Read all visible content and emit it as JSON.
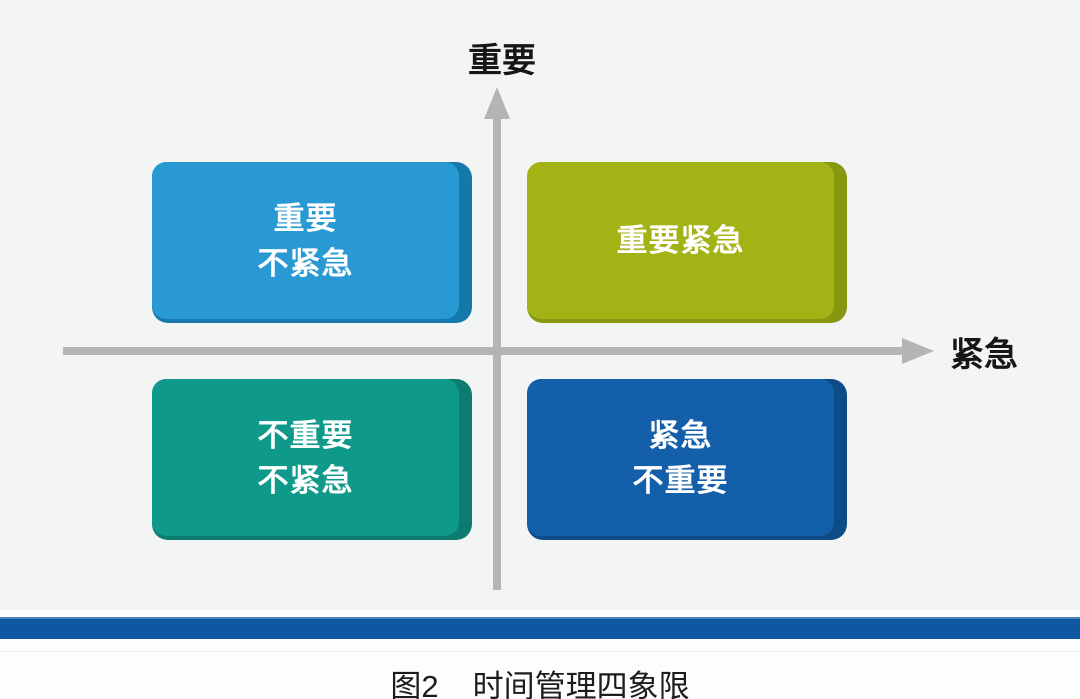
{
  "diagram": {
    "background_color": "#f3f4f4",
    "axes": {
      "vertical_label": "重要",
      "horizontal_label": "紧急",
      "axis_color": "#b4b4b4"
    },
    "quadrants": [
      {
        "position": "top-left",
        "meaning": "important-not-urgent",
        "lines": [
          "重要",
          "不紧急"
        ],
        "fill_color": "#2899d3",
        "edge_color": "#1478ab"
      },
      {
        "position": "top-right",
        "meaning": "important-urgent",
        "lines": [
          "重要紧急"
        ],
        "fill_color": "#a3b214",
        "edge_color": "#87970f"
      },
      {
        "position": "bottom-left",
        "meaning": "not-important-not-urgent",
        "lines": [
          "不重要",
          "不紧急"
        ],
        "fill_color": "#0f998a",
        "edge_color": "#0b7c6f"
      },
      {
        "position": "bottom-right",
        "meaning": "urgent-not-important",
        "lines": [
          "紧急",
          "不重要"
        ],
        "fill_color": "#145fa9",
        "edge_color": "#0e4c87"
      }
    ],
    "divider_bar_color": "#0d57a3",
    "caption": {
      "figure_label": "图2",
      "figure_title": "时间管理四象限"
    }
  }
}
